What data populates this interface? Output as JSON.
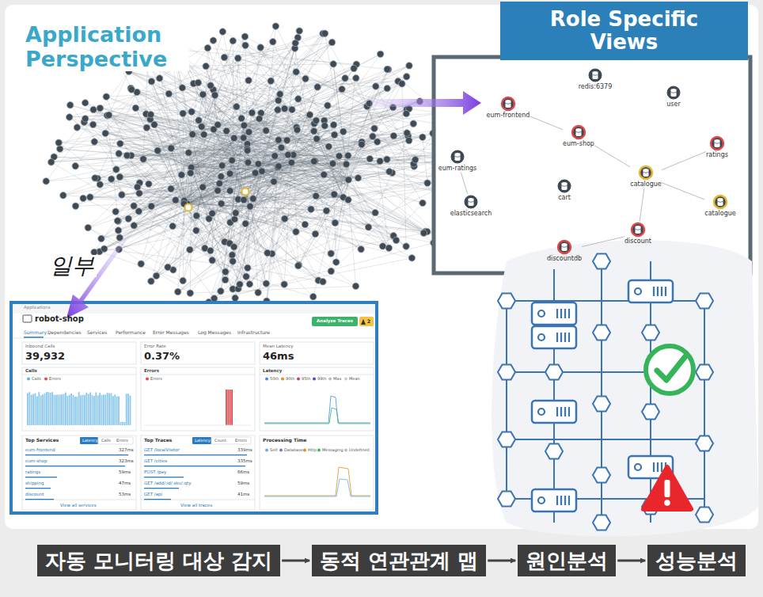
{
  "diagram": {
    "title": "Application Perspective",
    "nodes": [
      {
        "text": [
          "Role Specific Views"
        ]
      },
      {
        "text": [
          "redis:6379"
        ]
      },
      {
        "text": [
          "user"
        ]
      },
      {
        "text": [
          "eum-frontend"
        ]
      },
      {
        "text": [
          "eum-shop"
        ]
      },
      {
        "text": [
          "ratings"
        ]
      },
      {
        "text": [
          "eum-ratings"
        ]
      },
      {
        "text": [
          "catalogue"
        ]
      },
      {
        "text": [
          "cart"
        ]
      },
      {
        "text": [
          "catalogue"
        ]
      },
      {
        "text": [
          "elasticsearch"
        ]
      },
      {
        "text": [
          "discount"
        ]
      },
      {
        "text": [
          "discountdb"
        ]
      },
      {
        "text": [
          "자동 모니터링 대상 감지"
        ]
      },
      {
        "text": [
          "동적 연관관계 맵"
        ]
      },
      {
        "text": [
          "원인분석"
        ]
      },
      {
        "text": [
          "성능분석"
        ]
      }
    ],
    "edges": [
      {
        "from": 3,
        "to": 4,
        "arrow": "none"
      },
      {
        "from": 4,
        "to": 7,
        "arrow": "none"
      },
      {
        "from": 7,
        "to": 5,
        "arrow": "none"
      },
      {
        "from": 7,
        "to": 9,
        "arrow": "none"
      },
      {
        "from": 7,
        "to": 11,
        "arrow": "none"
      },
      {
        "from": 11,
        "to": 12,
        "arrow": "none"
      },
      {
        "from": 6,
        "to": 10,
        "arrow": "none"
      },
      {
        "from": 13,
        "to": 14,
        "arrow": "to"
      },
      {
        "from": 14,
        "to": 15,
        "arrow": "to"
      },
      {
        "from": 15,
        "to": 16,
        "arrow": "to"
      }
    ],
    "labels": [
      "일부",
      "Applications",
      "robot-shop",
      "Summary",
      "Dependencies",
      "Services",
      "Performance",
      "Error Messages",
      "Log Messages",
      "Infrastructure",
      "Analyze Traces",
      "2",
      "Inbound Calls",
      "39,932",
      "Error Rate",
      "0.37%",
      "Mean Latency",
      "46ms",
      "Calls",
      "Calls",
      "Errors",
      "Errors",
      "Errors",
      "Latency",
      "50th",
      "90th",
      "95th",
      "99th",
      "Max",
      "Mean",
      "Top Services",
      "Latency",
      "Calls",
      "Errors",
      "eum-frontend",
      "327ms",
      "eum-shop",
      "323ms",
      "ratings",
      "59ms",
      "shipping",
      "47ms",
      "discount",
      "53ms",
      "View all services",
      "Top Traces",
      "Latency",
      "Count",
      "Errors",
      "GET /localVisitor",
      "339ms",
      "GET /cities",
      "335ms",
      "POST /pay",
      "66ms",
      "GET /add/:id/:sku/:qty",
      "59ms",
      "GET /api",
      "41ms",
      "View all traces",
      "Processing Time",
      "Self",
      "Database",
      "Http",
      "Messaging",
      "Undefined"
    ]
  }
}
